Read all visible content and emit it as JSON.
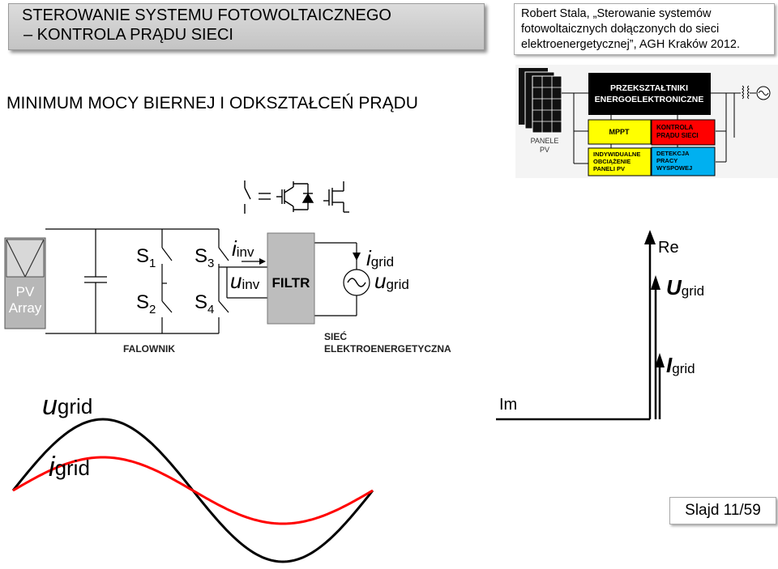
{
  "header": {
    "title_line1": "STEROWANIE SYSTEMU FOTOWOLTAICZNEGO",
    "title_line2": "– KONTROLA PRĄDU SIECI",
    "reference_line1": "Robert Stala, „Sterowanie systemów",
    "reference_line2": "fotowoltaicznych dołączonych do sieci",
    "reference_line3": "elektroenergetycznej”, AGH Kraków 2012."
  },
  "subtitle": "MINIMUM MOCY BIERNEJ I ODKSZTAŁCEŃ PRĄDU",
  "block_diagram": {
    "panels_label_1": "PANELE",
    "panels_label_2": "PV",
    "converter_line1": "PRZEKSZTAŁTNIKI",
    "converter_line2": "ENERGOELEKTRONICZNE",
    "mppt": "MPPT",
    "grid_control_line1": "KONTROLA",
    "grid_control_line2": "PRĄDU SIECI",
    "load_line1": "INDYWIDUALNE",
    "load_line2": "OBCIĄŻENIE",
    "load_line3": "PANELI PV",
    "island_line1": "DETEKCJA",
    "island_line2": "PRACY",
    "island_line3": "WYSPOWEJ",
    "colors": {
      "dark": "#000000",
      "yellow": "#ffff00",
      "red": "#ff0000",
      "blue": "#00b0f0"
    }
  },
  "inverter_circuit": {
    "pv_label_1": "PV",
    "pv_label_2": "Array",
    "s1": "S",
    "s1_sub": "1",
    "s2": "S",
    "s2_sub": "2",
    "s3": "S",
    "s3_sub": "3",
    "s4": "S",
    "s4_sub": "4",
    "i_inv": "i",
    "i_inv_sub": "inv",
    "u_inv": "u",
    "u_inv_sub": "inv",
    "filter": "FILTR",
    "i_grid": "i",
    "i_grid_sub": "grid",
    "u_grid": "u",
    "u_grid_sub": "grid",
    "inverter_label": "FALOWNIK",
    "grid_label_1": "SIEĆ",
    "grid_label_2": "ELEKTROENERGETYCZNA"
  },
  "phasor_diagram": {
    "re_label": "Re",
    "im_label": "Im",
    "u_label": "U",
    "u_sub": "grid",
    "i_label": "I",
    "i_sub": "grid"
  },
  "waveforms": {
    "u_label": "u",
    "u_sub": "grid",
    "i_label": "i",
    "i_sub": "grid",
    "u_color": "#000000",
    "i_color": "#ff0000"
  },
  "slide_number": "Slajd 11/59"
}
